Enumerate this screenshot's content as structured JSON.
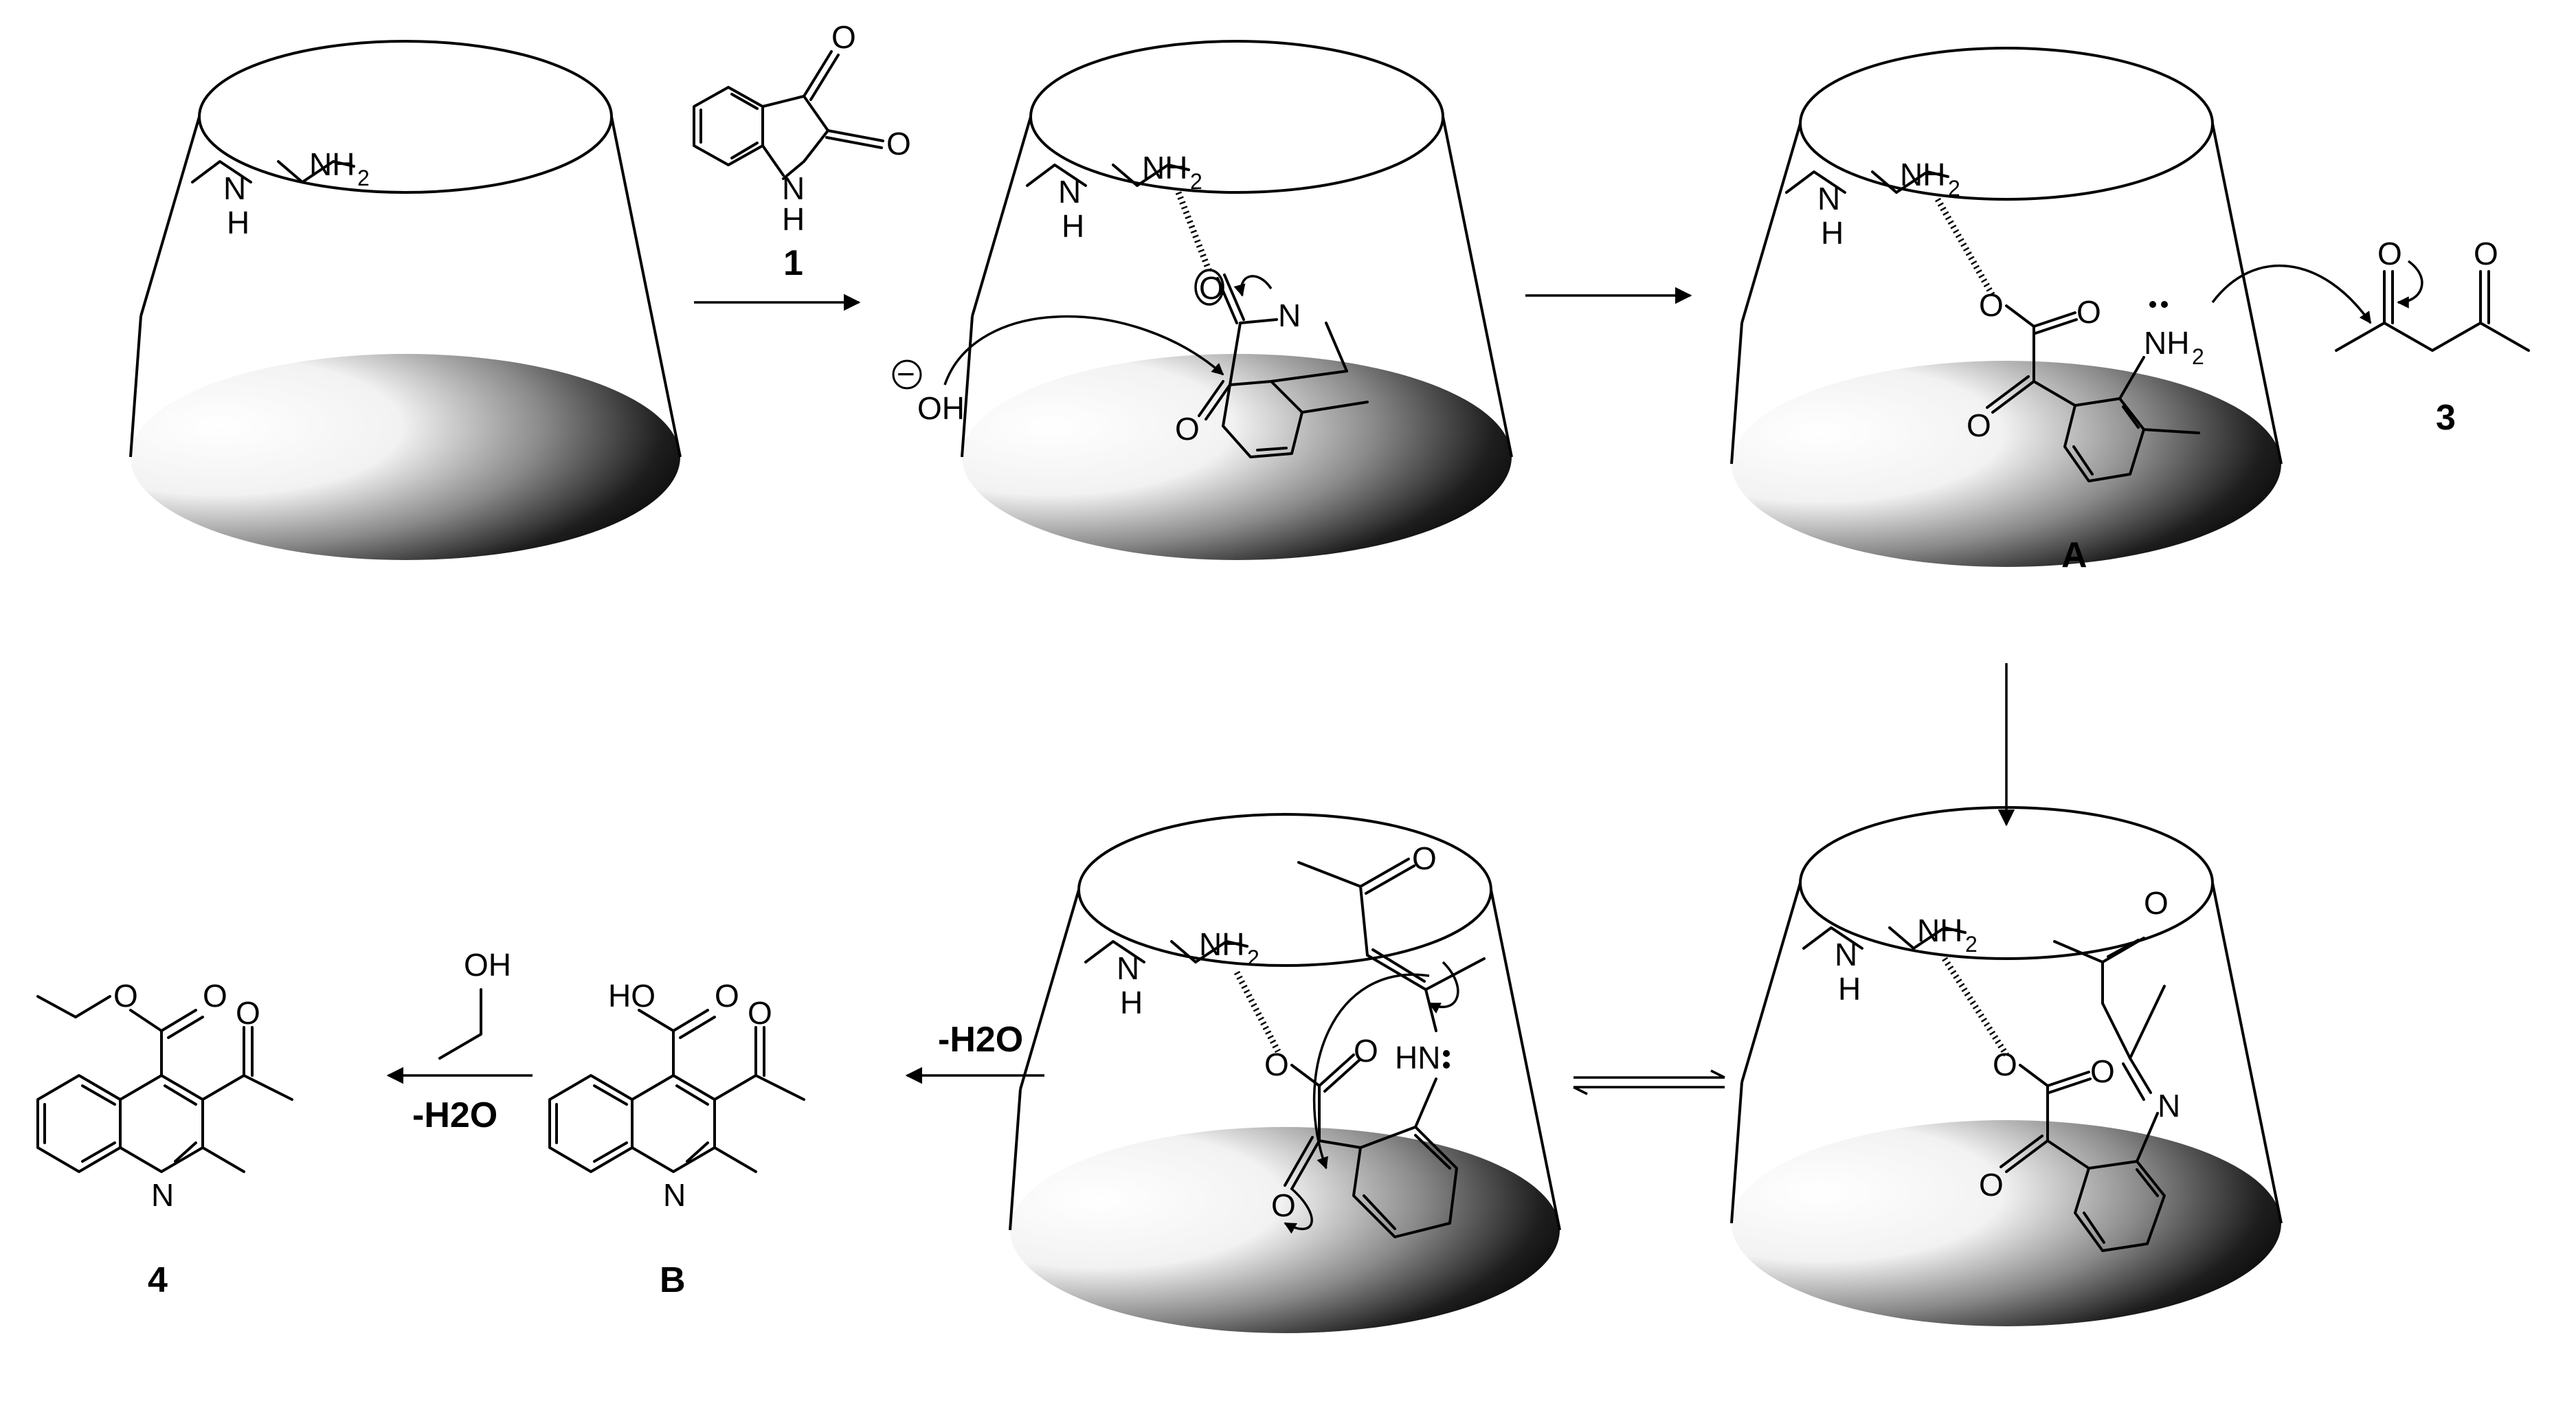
{
  "labels": {
    "isatin": "1",
    "diketone": "3",
    "intermediate_a": "A",
    "acid_b": "B",
    "product": "4",
    "dehydration_1": "-H2O",
    "dehydration_2": "-H2O"
  },
  "atoms": {
    "nh": "N",
    "h": "H",
    "nh2": "NH",
    "two": "2",
    "o": "O",
    "n": "N",
    "hn": "HN",
    "oh": "OH",
    "ho": "HO",
    "minus": "−"
  },
  "colors": {
    "ink": "#000000",
    "background": "#ffffff",
    "cavity_dark": "#000000",
    "cavity_light": "#ffffff"
  }
}
